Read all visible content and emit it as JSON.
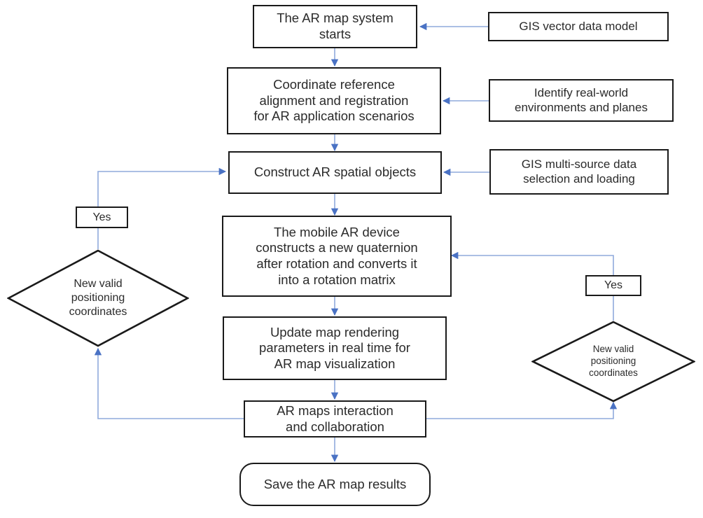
{
  "diagram": {
    "title": "AR map system workflow",
    "edge_color": "#8faadc",
    "node_border_color": "#1a1a1a",
    "text_color": "#2b2b2b",
    "background": "#ffffff"
  },
  "nodes": {
    "start": {
      "label": "The AR map system\nstarts"
    },
    "gis_vector": {
      "label": "GIS vector data model"
    },
    "coordinate_alignment": {
      "label": "Coordinate reference\nalignment and registration\nfor AR application scenarios"
    },
    "identify_env": {
      "label": "Identify real-world\nenvironments and planes"
    },
    "construct_objects": {
      "label": "Construct AR spatial objects"
    },
    "gis_multisource": {
      "label": "GIS multi-source data\nselection and loading"
    },
    "quaternion": {
      "label": "The mobile AR device\nconstructs a new quaternion\nafter rotation and converts it\ninto a rotation matrix"
    },
    "update_rendering": {
      "label": "Update map rendering\nparameters in real time for\nAR map visualization"
    },
    "interaction": {
      "label": "AR maps interaction\nand collaboration"
    },
    "save_results": {
      "label": "Save the AR map results"
    },
    "yes_left": {
      "label": "Yes"
    },
    "yes_right": {
      "label": "Yes"
    },
    "decision_left": {
      "label": "New valid\npositioning\ncoordinates"
    },
    "decision_right": {
      "label": "New valid\npositioning\ncoordinates"
    }
  },
  "edges": [
    {
      "from": "gis_vector",
      "to": "start",
      "label": ""
    },
    {
      "from": "start",
      "to": "coordinate_alignment",
      "label": ""
    },
    {
      "from": "identify_env",
      "to": "coordinate_alignment",
      "label": ""
    },
    {
      "from": "coordinate_alignment",
      "to": "construct_objects",
      "label": ""
    },
    {
      "from": "gis_multisource",
      "to": "construct_objects",
      "label": ""
    },
    {
      "from": "decision_left",
      "to": "construct_objects",
      "label": "Yes"
    },
    {
      "from": "construct_objects",
      "to": "quaternion",
      "label": ""
    },
    {
      "from": "decision_right",
      "to": "quaternion",
      "label": "Yes"
    },
    {
      "from": "quaternion",
      "to": "update_rendering",
      "label": ""
    },
    {
      "from": "update_rendering",
      "to": "interaction",
      "label": ""
    },
    {
      "from": "interaction",
      "to": "decision_left",
      "label": ""
    },
    {
      "from": "interaction",
      "to": "decision_right",
      "label": ""
    },
    {
      "from": "interaction",
      "to": "save_results",
      "label": ""
    }
  ]
}
